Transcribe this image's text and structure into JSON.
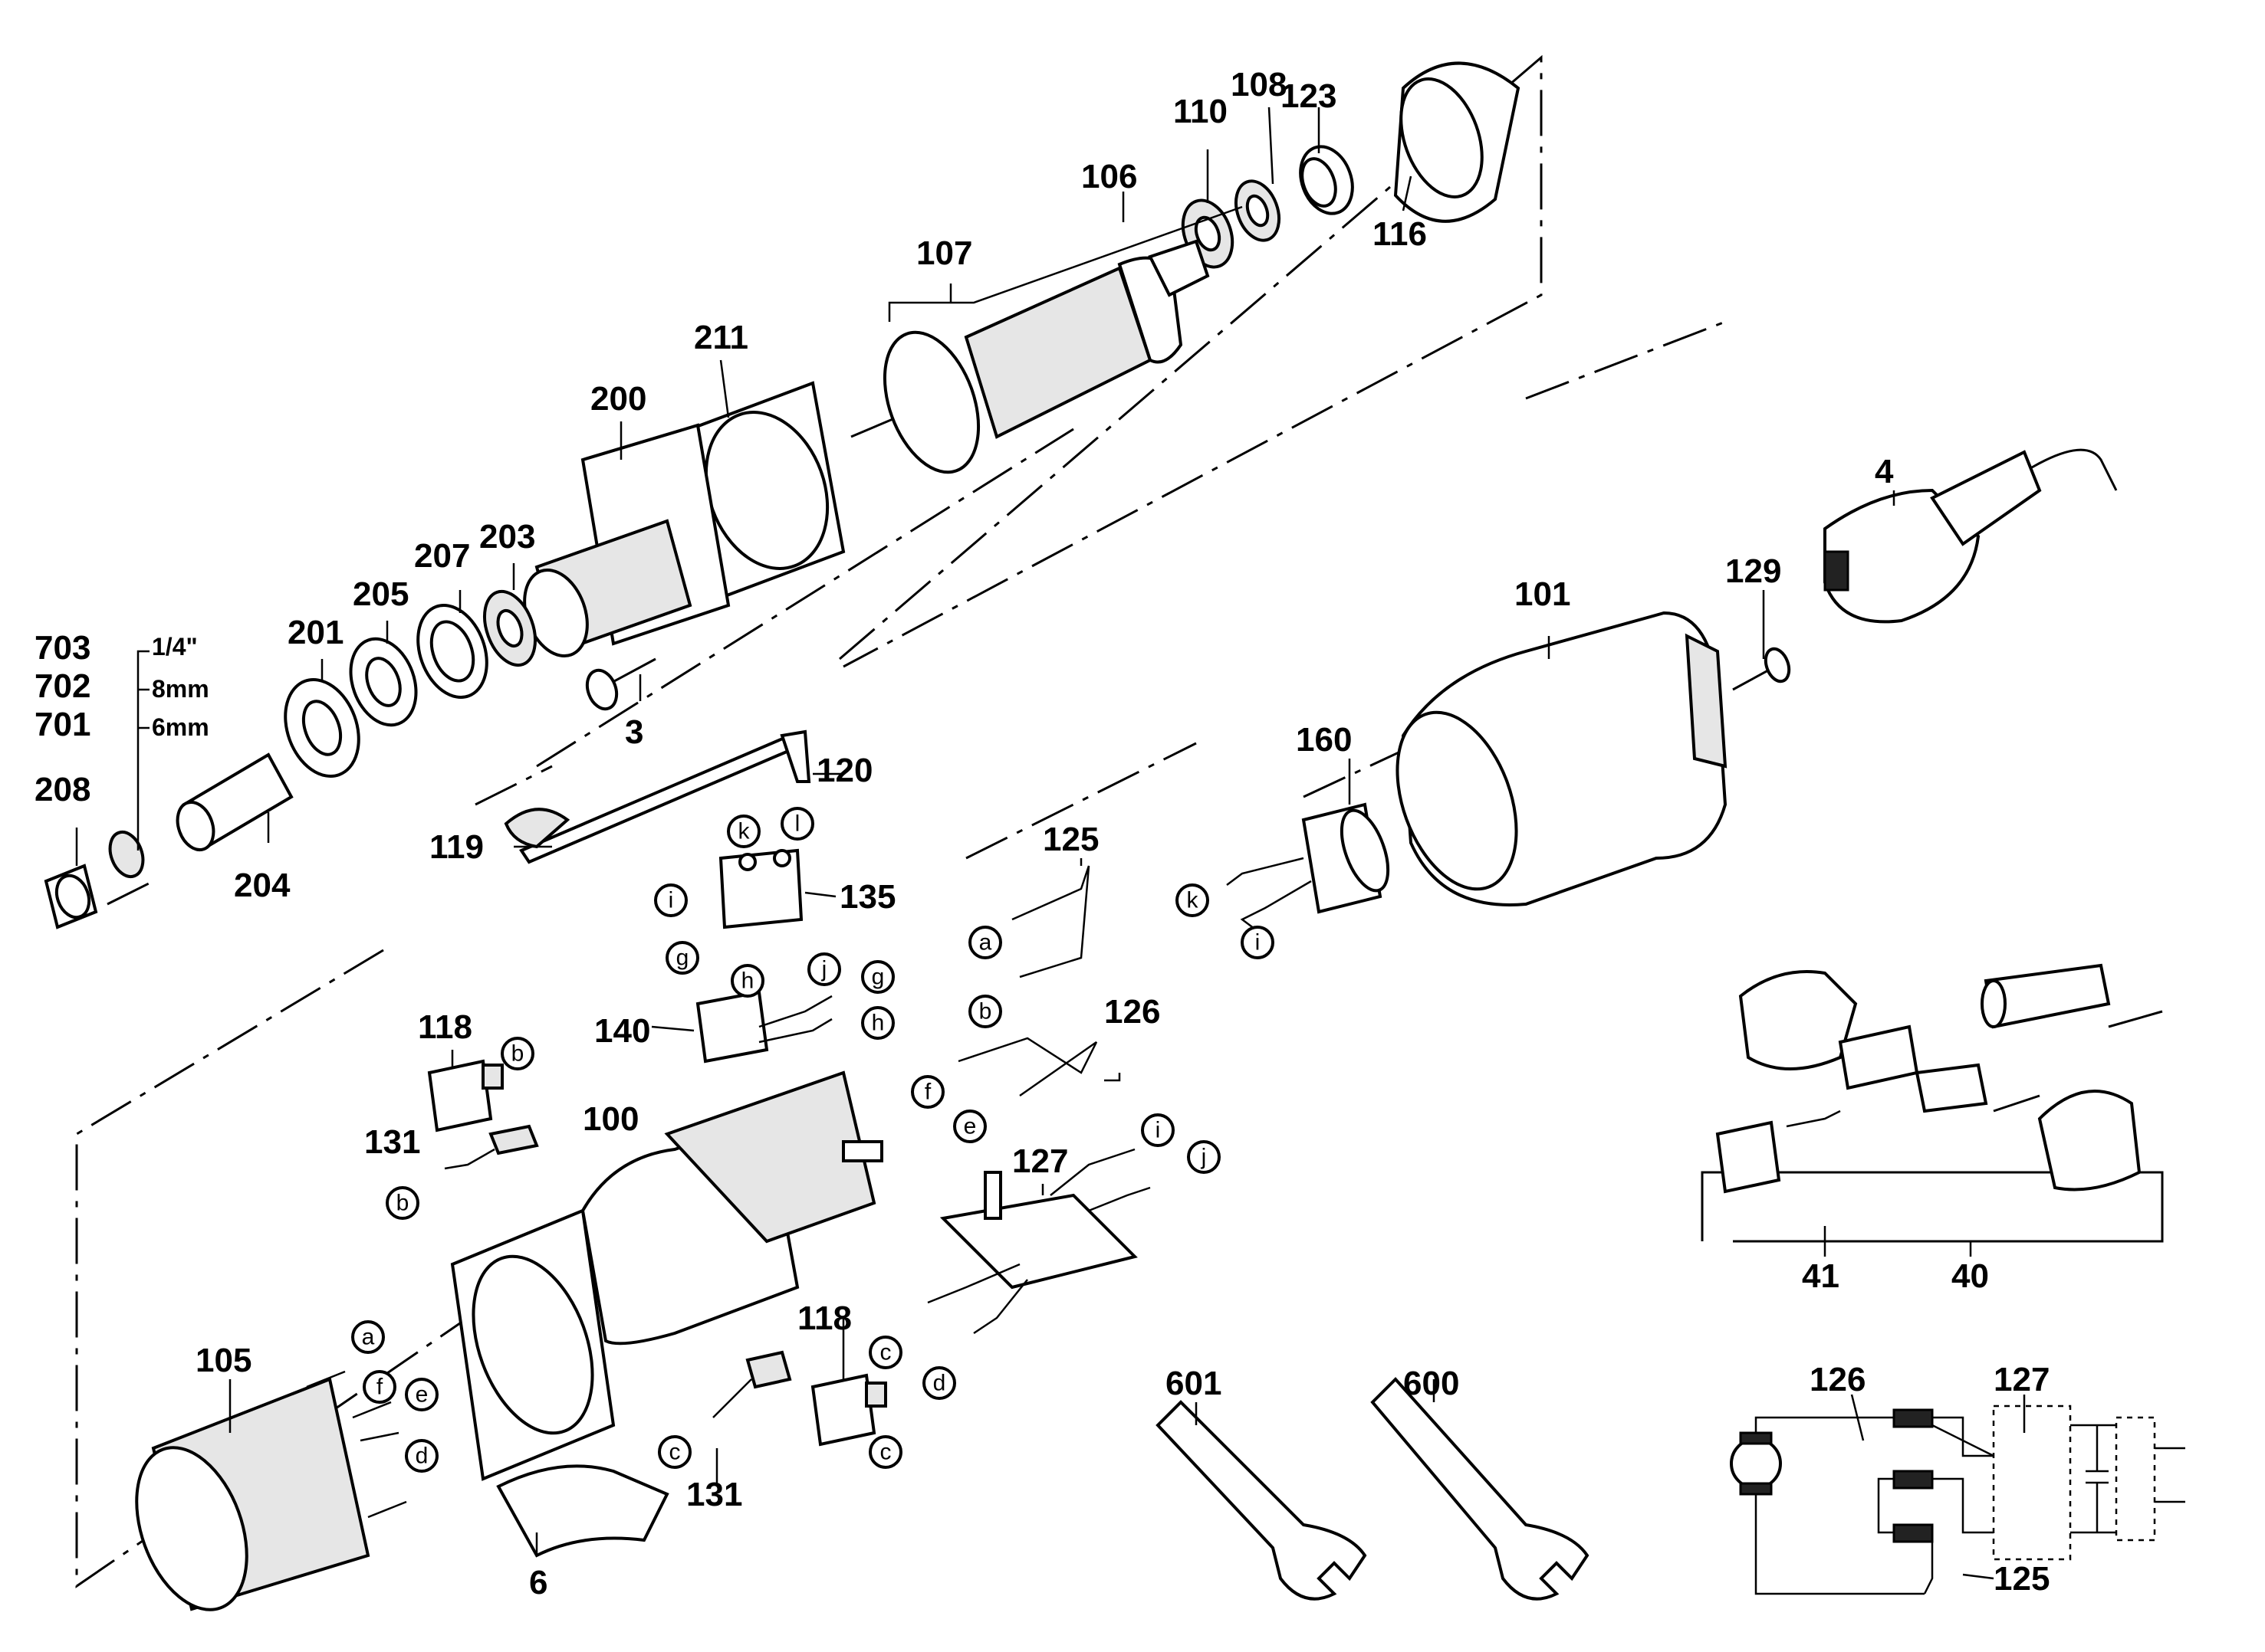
{
  "labels": {
    "l106": "106",
    "l107": "107",
    "l108": "108",
    "l110": "110",
    "l123": "123",
    "l116": "116",
    "l211": "211",
    "l200": "200",
    "l203": "203",
    "l207": "207",
    "l205": "205",
    "l201": "201",
    "l703": "703",
    "l702": "702",
    "l701": "701",
    "l208": "208",
    "l204": "204",
    "l3": "3",
    "l120": "120",
    "l119": "119",
    "l135": "135",
    "l125": "125",
    "l126": "126",
    "l160": "160",
    "l101": "101",
    "l129": "129",
    "l4": "4",
    "l118a": "118",
    "l131a": "131",
    "l100": "100",
    "l140": "140",
    "l127": "127",
    "l105": "105",
    "l6": "6",
    "l131b": "131",
    "l118b": "118",
    "l601": "601",
    "l600": "600",
    "l41": "41",
    "l40": "40",
    "l126s": "126",
    "l127s": "127",
    "l125s": "125"
  },
  "sizes": {
    "s703": "1/4\"",
    "s702": "8mm",
    "s701": "6mm"
  },
  "connectors": {
    "k1": "k",
    "l1": "l",
    "i1": "i",
    "g1": "g",
    "h1": "h",
    "j1": "j",
    "a1": "a",
    "b1": "b",
    "k2": "k",
    "i2": "i",
    "g2": "g",
    "h2": "h",
    "f1": "f",
    "e1": "e",
    "b2": "b",
    "b3": "b",
    "i3": "i",
    "j2": "j",
    "a2": "a",
    "f2": "f",
    "e2": "e",
    "d1": "d",
    "c1": "c",
    "d2": "d",
    "c2": "c",
    "c3": "c"
  }
}
